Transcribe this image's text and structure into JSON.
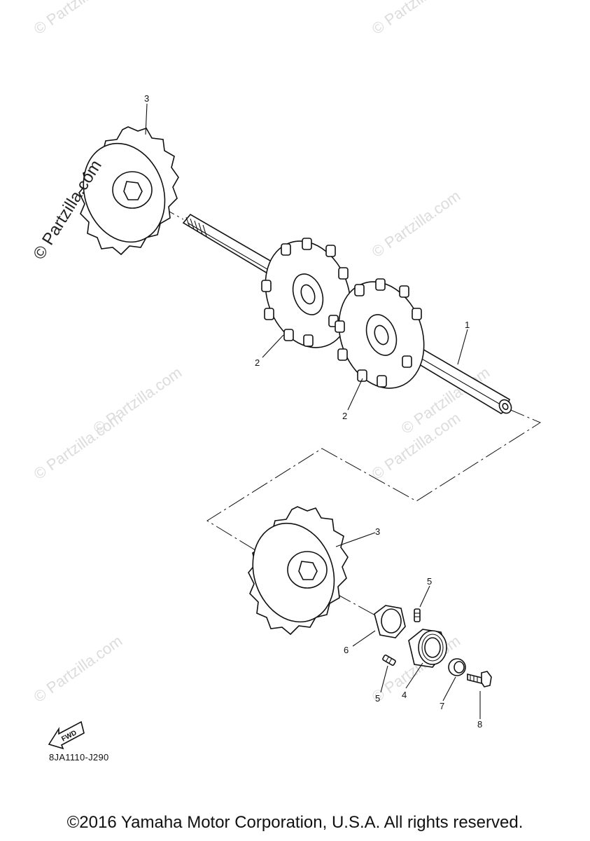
{
  "watermarks": {
    "text": "© Partzilla.com",
    "prominent": "© Partzilla.com"
  },
  "callouts": {
    "shaft": "1",
    "track_sprocket_a": "2",
    "track_sprocket_b": "2",
    "end_sprocket_top": "3",
    "end_sprocket_bottom": "3",
    "bearing": "4",
    "screw_a": "5",
    "screw_b": "5",
    "collar": "6",
    "nut": "7",
    "bolt": "8"
  },
  "fwd_label": "FWD",
  "part_code": "8JA1110-J290",
  "footer": "©2016 Yamaha Motor Corporation, U.S.A. All rights reserved."
}
